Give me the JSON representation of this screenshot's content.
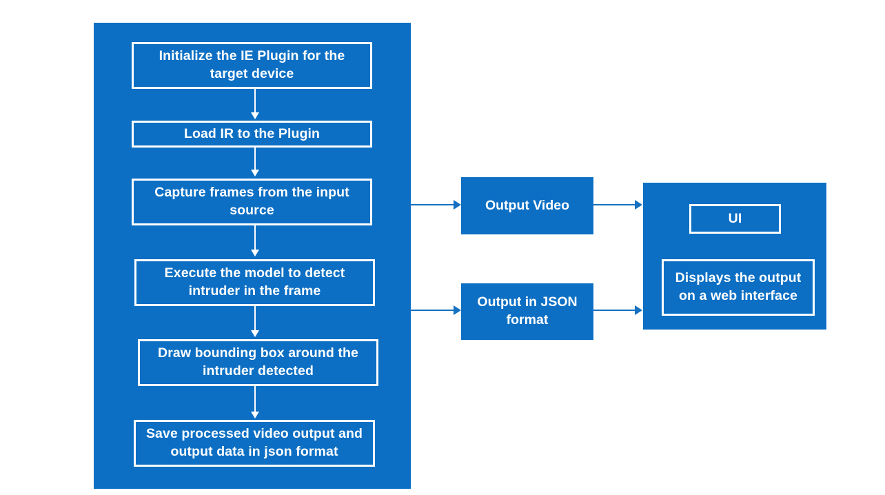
{
  "diagram": {
    "title": "Intruder detection pipeline flowchart",
    "colors": {
      "panel_blue": "#0c6fc4",
      "box_border": "#ffffff",
      "arrow_blue": "#1470c0",
      "background": "#ffffff",
      "text": "#ffffff"
    },
    "pipeline_panel": {
      "name": "inference-pipeline-panel",
      "steps": [
        {
          "id": "step-1",
          "label": "Initialize the IE Plugin for the target device"
        },
        {
          "id": "step-2",
          "label": "Load IR to the Plugin"
        },
        {
          "id": "step-3",
          "label": "Capture frames from the input source"
        },
        {
          "id": "step-4",
          "label": "Execute the model to detect intruder in the frame"
        },
        {
          "id": "step-5",
          "label": "Draw bounding box around the intruder detected"
        },
        {
          "id": "step-6",
          "label": "Save processed video output and output data in json format"
        }
      ]
    },
    "outputs": [
      {
        "id": "output-video",
        "label": "Output Video"
      },
      {
        "id": "output-json",
        "label": "Output in JSON format"
      }
    ],
    "ui_panel": {
      "name": "ui-panel",
      "header": "UI",
      "description": "Displays the output on a web interface"
    },
    "connectors": [
      {
        "id": "step1-to-step2",
        "type": "vertical-arrow"
      },
      {
        "id": "step2-to-step3",
        "type": "vertical-arrow"
      },
      {
        "id": "step3-to-step4",
        "type": "vertical-arrow"
      },
      {
        "id": "step4-to-step5",
        "type": "vertical-arrow"
      },
      {
        "id": "step5-to-step6",
        "type": "vertical-arrow"
      },
      {
        "id": "pipeline-to-output-video",
        "type": "horizontal-arrow"
      },
      {
        "id": "pipeline-to-output-json",
        "type": "horizontal-arrow"
      },
      {
        "id": "output-video-to-ui",
        "type": "horizontal-arrow"
      },
      {
        "id": "output-json-to-ui",
        "type": "horizontal-arrow"
      }
    ]
  },
  "chart_data": {
    "type": "diagram",
    "title": "Intruder detection pipeline flowchart",
    "nodes": [
      "Initialize the IE Plugin for the target device",
      "Load IR to the Plugin",
      "Capture frames from the input source",
      "Execute the model to detect intruder in the frame",
      "Draw bounding box around the intruder detected",
      "Save processed video output and output data in json format",
      "Output Video",
      "Output in JSON format",
      "UI",
      "Displays the output on a web interface"
    ],
    "edges": [
      [
        "Initialize the IE Plugin for the target device",
        "Load IR to the Plugin"
      ],
      [
        "Load IR to the Plugin",
        "Capture frames from the input source"
      ],
      [
        "Capture frames from the input source",
        "Execute the model to detect intruder in the frame"
      ],
      [
        "Execute the model to detect intruder in the frame",
        "Draw bounding box around the intruder detected"
      ],
      [
        "Draw bounding box around the intruder detected",
        "Save processed video output and output data in json format"
      ],
      [
        "Save processed video output and output data in json format",
        "Output Video"
      ],
      [
        "Save processed video output and output data in json format",
        "Output in JSON format"
      ],
      [
        "Output Video",
        "UI"
      ],
      [
        "Output in JSON format",
        "UI"
      ]
    ]
  }
}
